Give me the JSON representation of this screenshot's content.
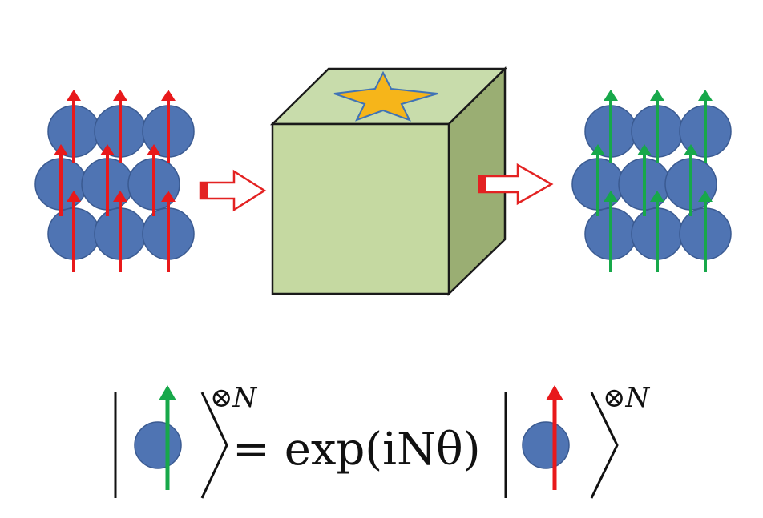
{
  "colors": {
    "atom_fill": "#4f74b3",
    "atom_stroke": "#3a5a91",
    "spin_in": "#e8191b",
    "spin_out": "#17a84a",
    "cube_front": "#c5d9a1",
    "cube_top": "#c8dcab",
    "cube_side": "#9aae73",
    "star_fill": "#f6b51a",
    "star_stroke": "#3f73b6",
    "process_arrow": "#e32222"
  },
  "icons": {
    "input_lattice": "spin-up-lattice-red",
    "output_lattice": "spin-up-lattice-green",
    "black_box": "cube-with-star",
    "process_arrow": "hollow-right-arrow"
  },
  "equation": {
    "exponent_left": "⊗N",
    "middle": "= exp(iNθ)",
    "exponent_right": "⊗N"
  }
}
